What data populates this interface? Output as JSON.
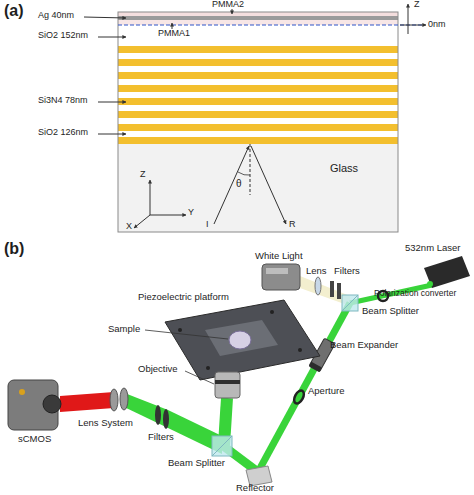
{
  "diagram": {
    "labels": [
      "(a)",
      "PMMA2",
      "Z",
      "Ag 40nm",
      "PMMA1",
      "0nm",
      "SiO2 152nm",
      "Si3N4 78nm",
      "SiO2 126nm",
      "Glass",
      "Z",
      "θ",
      "Y",
      "X",
      "I",
      "R",
      "(b)",
      "White Light",
      "532nm Laser",
      "Lens",
      "Filters",
      "Polarization converter",
      "Beam Splitter",
      "Piezoelectric platform",
      "Sample",
      "Beam Expander",
      "Objective",
      "Aperture",
      "sCMOS",
      "Lens System",
      "Filters",
      "Beam Splitter",
      "Reflector"
    ]
  }
}
